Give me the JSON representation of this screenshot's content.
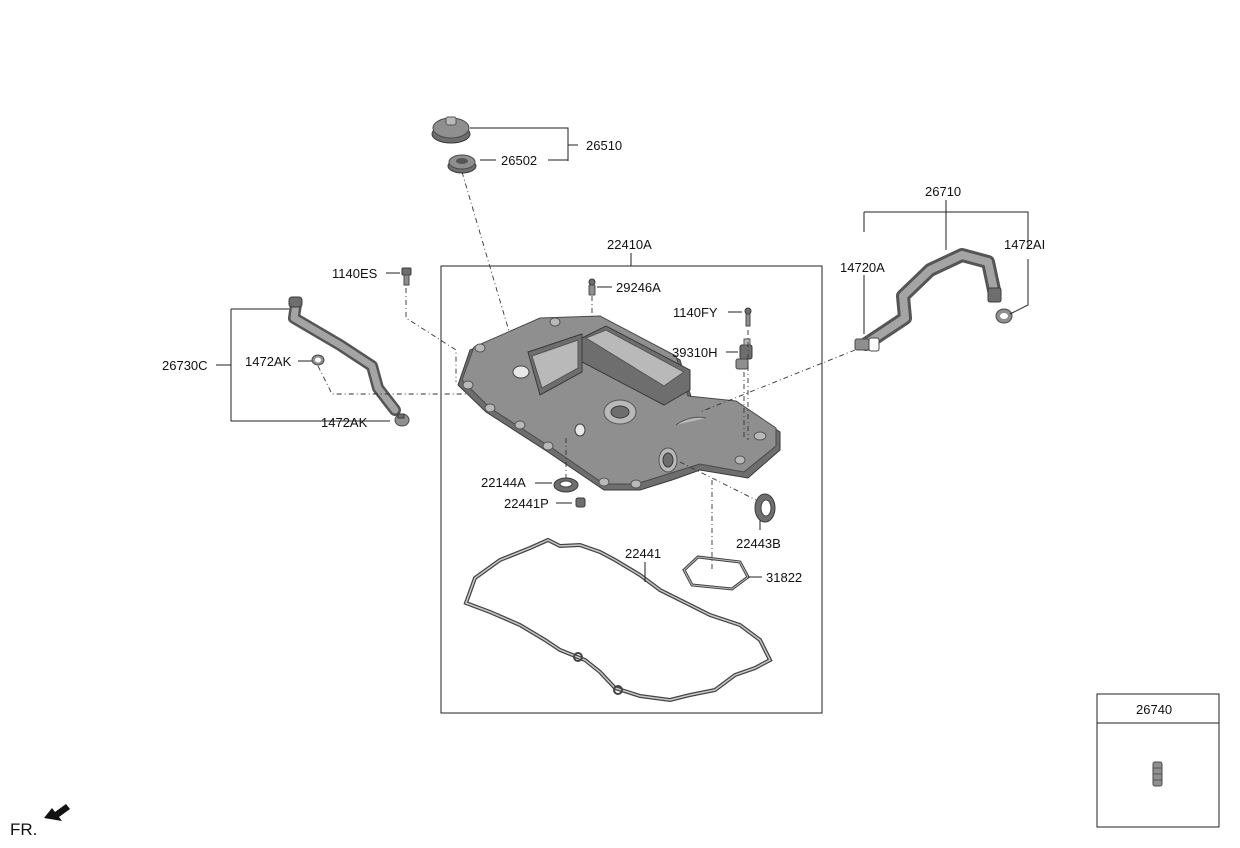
{
  "labels": {
    "p26510": "26510",
    "p26502": "26502",
    "p22410A": "22410A",
    "p29246A": "29246A",
    "p1140ES": "1140ES",
    "p1140FY": "1140FY",
    "p39310H": "39310H",
    "p26730C": "26730C",
    "p1472AK_upper": "1472AK",
    "p1472AK_lower": "1472AK",
    "p22144A": "22144A",
    "p22441P": "22441P",
    "p22441": "22441",
    "p22443B": "22443B",
    "p31822": "31822",
    "p26710": "26710",
    "p14720A": "14720A",
    "p1472AI": "1472AI",
    "p26740": "26740"
  },
  "front_indicator": "FR.",
  "colors": {
    "part_fill": "#8f8f8f",
    "part_dark": "#6e6e6e",
    "line": "#222222"
  },
  "icons": {
    "front_arrow": "arrow-front-left-icon"
  }
}
